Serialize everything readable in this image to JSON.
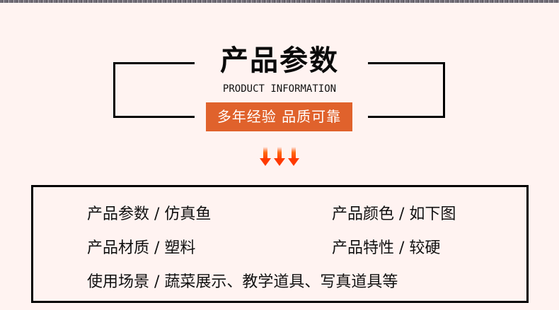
{
  "header": {
    "title": "产品参数",
    "subtitle": "PRODUCT INFORMATION",
    "badge": "多年经验 品质可靠",
    "badge_color": "#e0622c",
    "arrow_icon_count": 3,
    "arrow_color": "#ff4a00"
  },
  "info": {
    "row1": {
      "left": "产品参数 / 仿真鱼",
      "right": "产品颜色 / 如下图"
    },
    "row2": {
      "left": "产品材质 / 塑料",
      "right": "产品特性 / 较硬"
    },
    "row3": {
      "full": "使用场景 / 蔬菜展示、教学道具、写真道具等"
    }
  },
  "colors": {
    "background": "#fff3f1",
    "border": "#000000",
    "text": "#111111"
  }
}
